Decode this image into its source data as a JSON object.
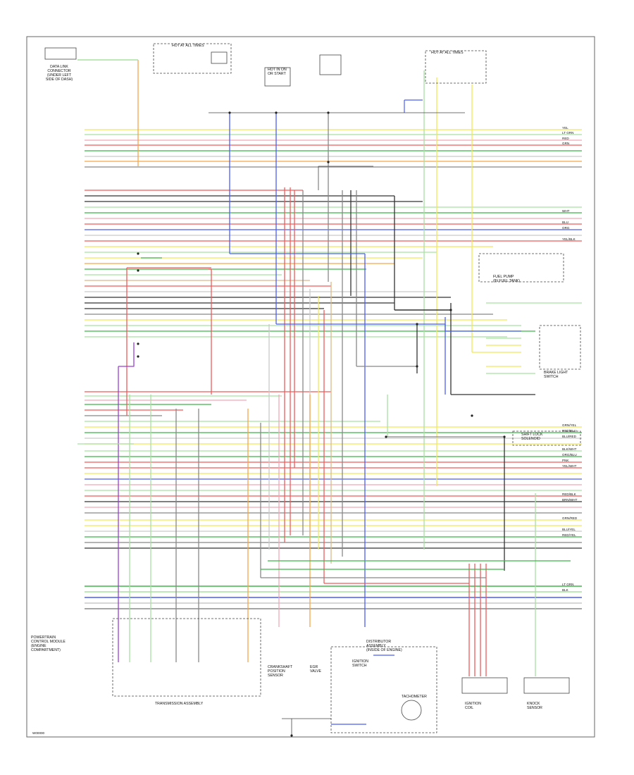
{
  "diagram": {
    "ecm_label": [
      "POWERTRAIN",
      "CONTROL MODULE",
      "(ENGINE",
      "COMPARTMENT)"
    ],
    "transmission_label": "TRANSMISSION ASSEMBLY",
    "distributor_label": [
      "DISTRIBUTOR",
      "ASSEMBLY",
      "(INSIDE OF ENGINE)"
    ],
    "tach_label": "TACHOMETER",
    "footer_code": "W00000",
    "top_components": [
      [
        "DATA LINK",
        "CONNECTOR",
        "(UNDER LEFT",
        "SIDE OF DASH)"
      ],
      [
        "HOT AT ALL TIMES"
      ],
      [
        "HOT IN ON",
        "OR START"
      ],
      [
        "HOT AT ALL TIMES"
      ]
    ],
    "right_components": [
      [
        "FUEL PUMP",
        "(IN FUEL TANK)"
      ],
      [
        "BRAKE LIGHT",
        "SWITCH"
      ],
      [
        "SHIFT LOCK",
        "SOLENOID"
      ]
    ],
    "bottom_components": [
      [
        "IGNITION",
        "COIL"
      ],
      [
        "KNOCK",
        "SENSOR"
      ],
      [
        "CRANKSHAFT",
        "POSITION",
        "SENSOR"
      ],
      [
        "EGR",
        "VALVE"
      ]
    ],
    "center_label": [
      "IGNITION",
      "SWITCH"
    ],
    "right_side_labels": [
      "YEL",
      "LT GRN",
      "RED",
      "GRN",
      "WHT",
      "BLU",
      "ORG",
      "YEL/BLK",
      "GRN/YEL",
      "RED/BLU",
      "BLU/RED",
      "BLK/WHT",
      "ORG/BLU",
      "PNK",
      "YEL/WHT",
      "RED/BLK",
      "BRN/WHT",
      "GRN/RED",
      "BLU/YEL",
      "RED/YEL",
      "LT GRN",
      "BLK"
    ]
  }
}
